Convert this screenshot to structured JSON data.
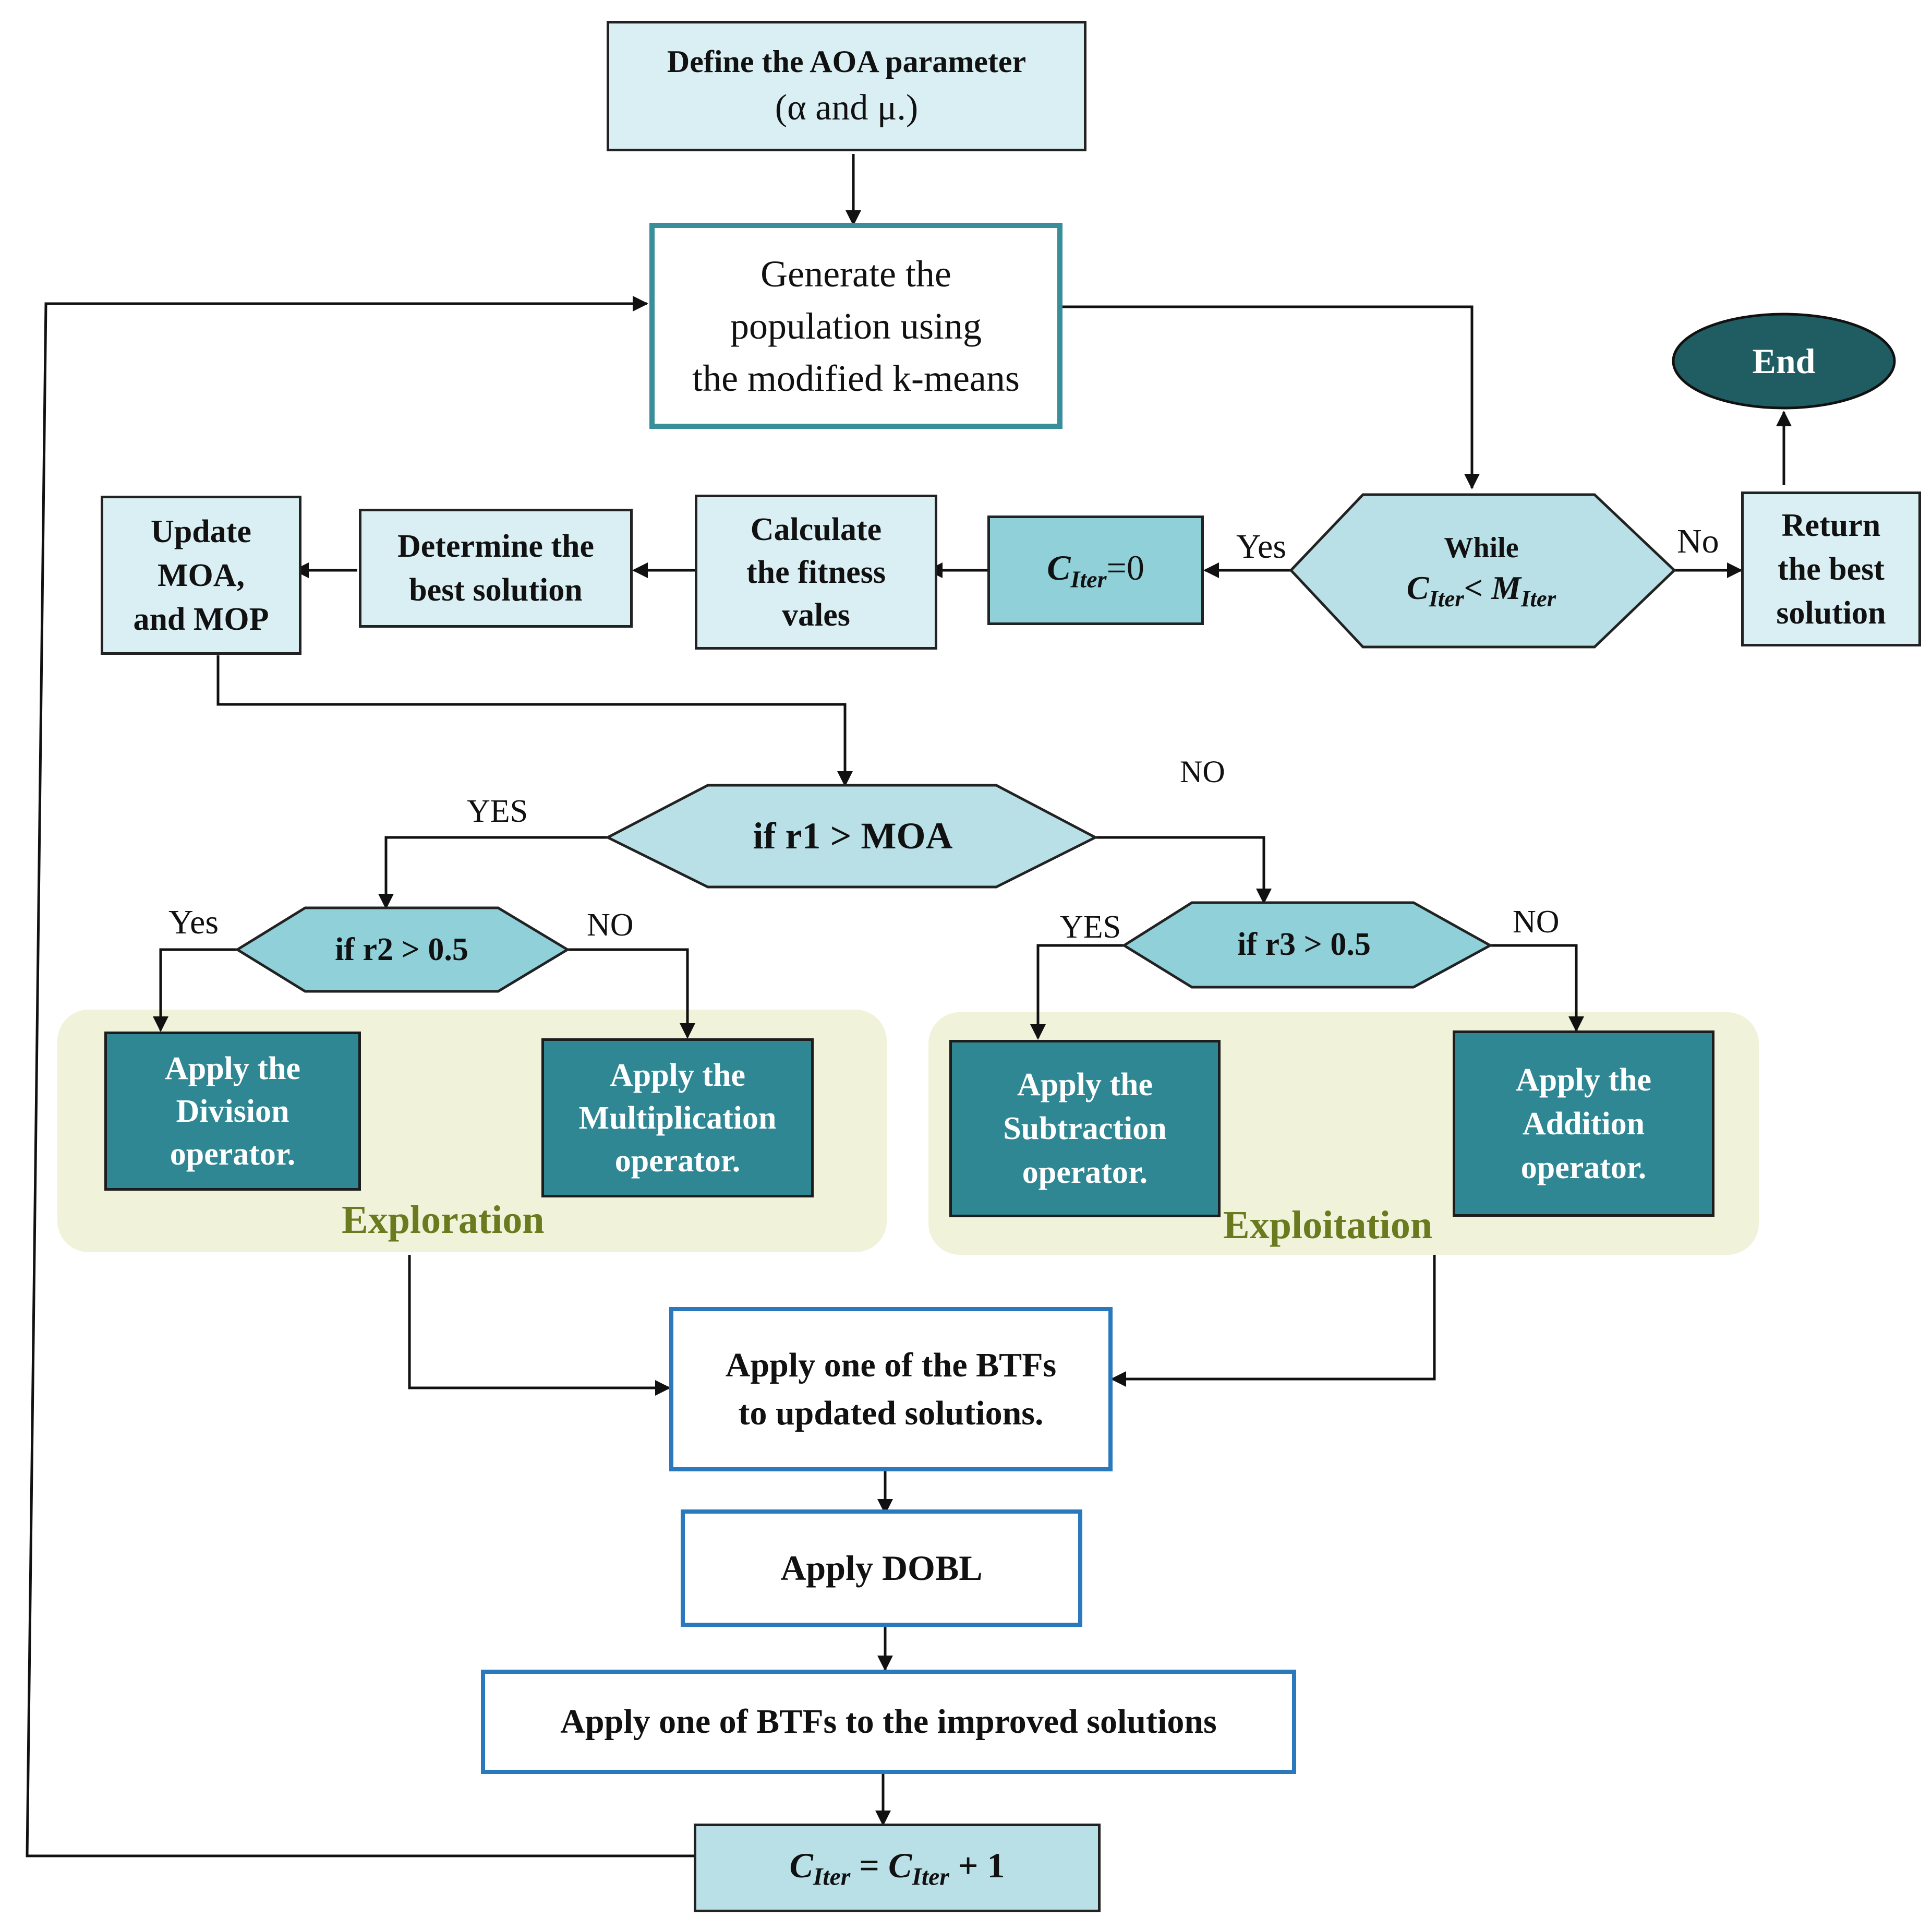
{
  "nodes": {
    "define": {
      "line1": "Define the AOA parameter",
      "line2": "(α and μ.)"
    },
    "generate": {
      "line1": "Generate the",
      "line2": "population using",
      "line3": "the modified k-means"
    },
    "end": "End",
    "while": {
      "line1": "While",
      "lhs_var": "C",
      "lhs_sub": "Iter",
      "op": "<",
      "rhs_var": "M",
      "rhs_sub": "Iter"
    },
    "return": {
      "line1": "Return",
      "line2": "the best",
      "line3": "solution"
    },
    "citer_zero": {
      "var": "C",
      "sub": "Iter",
      "rest": "=0"
    },
    "calc": {
      "line1": "Calculate",
      "line2": "the fitness",
      "line3": "vales"
    },
    "determine": {
      "line1": "Determine the",
      "line2": "best solution"
    },
    "update": {
      "line1": "Update",
      "line2": "MOA,",
      "line3": "and MOP"
    },
    "r1": "if r1 > MOA",
    "r2": "if r2 > 0.5",
    "r3": "if r3 > 0.5",
    "division": {
      "line1": "Apply the",
      "line2": "Division",
      "line3": "operator."
    },
    "multiplication": {
      "line1": "Apply the",
      "line2": "Multiplication",
      "line3": "operator."
    },
    "subtraction": {
      "line1": "Apply the",
      "line2": "Subtraction",
      "line3": "operator."
    },
    "addition": {
      "line1": "Apply the",
      "line2": "Addition",
      "line3": "operator."
    },
    "btf1": {
      "line1": "Apply one of the BTFs",
      "line2": "to updated solutions."
    },
    "dobl": "Apply DOBL",
    "btf2": "Apply one of BTFs to the improved solutions",
    "increment": {
      "lhs_var": "C",
      "lhs_sub": "Iter",
      "eq": "=",
      "rhs_var": "C",
      "rhs_sub": "Iter",
      "rest": "+ 1"
    }
  },
  "regions": {
    "exploration": "Exploration",
    "exploitation": "Exploitation"
  },
  "edge_labels": {
    "while_yes": "Yes",
    "while_no": "No",
    "r1_yes": "YES",
    "r1_no": "NO",
    "r2_yes": "Yes",
    "r2_no": "NO",
    "r3_yes": "YES",
    "r3_no": "NO"
  },
  "colors": {
    "light_box": "#daeff3",
    "mid_box": "#8fd0d9",
    "dark_box": "#2e8793",
    "end_ellipse": "#1f5d63",
    "region": "#f0f3d9",
    "region_label": "#6a7a1f",
    "teal_border": "#3a8e99",
    "blue_border": "#2b79bd"
  }
}
